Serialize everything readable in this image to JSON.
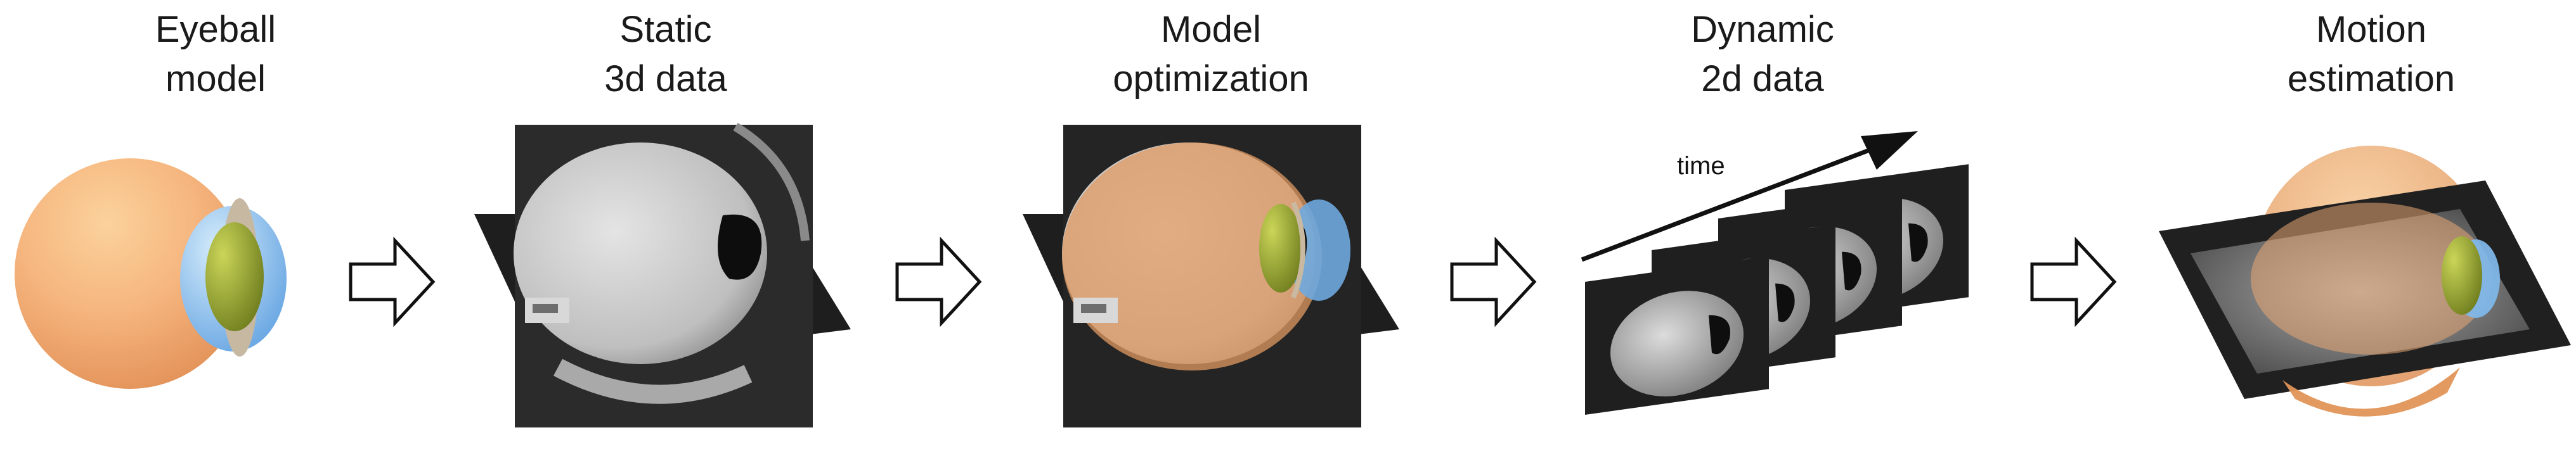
{
  "stages": [
    {
      "id": "eyeball",
      "line1": "Eyeball",
      "line2": "model"
    },
    {
      "id": "static",
      "line1": "Static",
      "line2": "3d data"
    },
    {
      "id": "optimization",
      "line1": "Model",
      "line2": "optimization"
    },
    {
      "id": "dynamic",
      "line1": "Dynamic",
      "line2": "2d data"
    },
    {
      "id": "motion",
      "line1": "Motion",
      "line2": "estimation"
    }
  ],
  "time_label": "time",
  "colors": {
    "eyeball": "#f2a36b",
    "lens": "#9aa832",
    "cornea": "#8ec3ef",
    "ring": "#c9b9a1",
    "mri_dark": "#1c1c1c",
    "arrow_outline": "#111111"
  },
  "icons": [
    "flow-arrow-icon",
    "time-arrow-icon"
  ]
}
